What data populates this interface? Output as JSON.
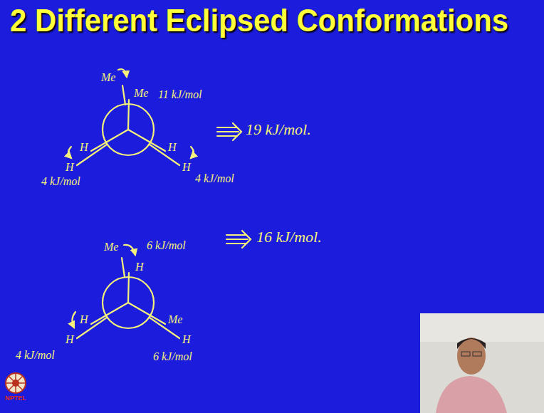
{
  "diagram": {
    "title": "2 Different Eclipsed Conformations",
    "labels": [
      "Me",
      "Me",
      "11 kJ/mol",
      "19 kJ/mol.",
      "H",
      "H",
      "4 kJ/mol",
      "H",
      "H",
      "4 kJ/mol",
      "Me",
      "H",
      "6 kJ/mol",
      "16 kJ/mol.",
      "H",
      "H",
      "4 kJ/mol",
      "Me",
      "H",
      "6 kJ/mol",
      "NPTEL"
    ]
  }
}
